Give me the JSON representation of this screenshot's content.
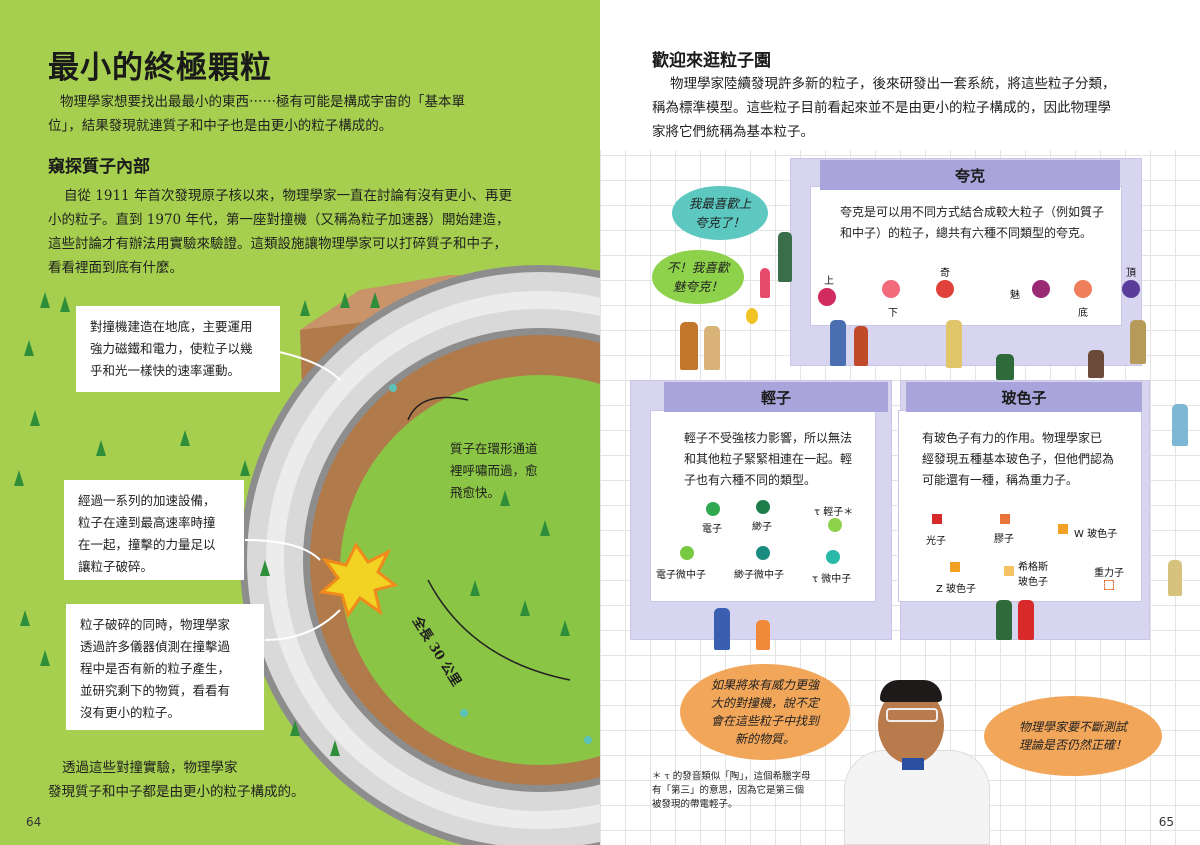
{
  "left": {
    "title": "最小的終極顆粒",
    "intro_1": "物理學家想要找出最最小的東西⋯⋯極有可能是構成宇宙的「基本單",
    "intro_2": "位」，結果發現就連質子和中子也是由更小的粒子構成的。",
    "section_title": "窺探質子內部",
    "body_1": "自從 1911 年首次發現原子核以來，物理學家一直在討論有沒有更小、再更",
    "body_2": "小的粒子。直到 1970 年代，第一座對撞機（又稱為粒子加速器）開始建造，",
    "body_3": "這些討論才有辦法用實驗來驗證。這類設施讓物理學家可以打碎質子和中子，",
    "body_4": "看看裡面到底有什麼。",
    "box1": [
      "對撞機建造在地底，主要運用",
      "強力磁鐵和電力，使粒子以幾",
      "乎和光一樣快的速率運動。"
    ],
    "box2": [
      "經過一系列的加速設備，",
      "粒子在達到最高速率時撞",
      "在一起，撞擊的力量足以",
      "讓粒子破碎。"
    ],
    "box3": [
      "粒子破碎的同時，物理學家",
      "透過許多儀器偵測在撞擊過",
      "程中是否有新的粒子產生，",
      "並研究剩下的物質，看看有",
      "沒有更小的粒子。"
    ],
    "inner_note": [
      "質子在環形通道",
      "裡呼嘯而過，愈",
      "飛愈快。"
    ],
    "ring_length": "全長 30 公里",
    "closing_1": "透過這些對撞實驗，物理學家",
    "closing_2": "發現質子和中子都是由更小的粒子構成的。",
    "page_number": "64"
  },
  "right": {
    "section_title": "歡迎來逛粒子園",
    "intro_1": "物理學家陸續發現許多新的粒子，後來研發出一套系統，將這些粒子分類，",
    "intro_2": "稱為標準模型。這些粒子目前看起來並不是由更小的粒子構成的，因此物理學",
    "intro_3": "家將它們統稱為基本粒子。",
    "bubble_left_1": "我最喜歡上\n夸克了！",
    "bubble_left_2": "不！我喜歡\n魅夸克！",
    "quark": {
      "title": "夸克",
      "text_1": "夸克是可以用不同方式結合成較大粒子（例如質子",
      "text_2": "和中子）的粒子，總共有六種不同類型的夸克。",
      "labels": [
        "上",
        "下",
        "奇",
        "魅",
        "底",
        "頂"
      ]
    },
    "lepton": {
      "title": "輕子",
      "text_1": "輕子不受強核力影響，所以無法",
      "text_2": "和其他粒子緊緊相連在一起。輕",
      "text_3": "子也有六種不同的類型。",
      "labels": [
        "電子",
        "緲子",
        "τ 輕子＊",
        "電子微中子",
        "緲子微中子",
        "τ 微中子"
      ]
    },
    "boson": {
      "title": "玻色子",
      "text_1": "有玻色子有力的作用。物理學家已",
      "text_2": "經發現五種基本玻色子，但他們認為",
      "text_3": "可能還有一種，稱為重力子。",
      "labels": [
        "光子",
        "膠子",
        "W 玻色子",
        "Z 玻色子",
        "希格斯\n玻色子",
        "重力子"
      ]
    },
    "bubble_bottom_left": "如果將來有威力更強\n大的對撞機，說不定\n會在這些粒子中找到\n新的物質。",
    "bubble_bottom_right": "物理學家要不斷測試\n理論是否仍然正確！",
    "footnote": [
      "＊ τ 的發音類似「陶」，這個希臘字母",
      "有「第三」的意思，因為它是第三個",
      "被發現的帶電輕子。"
    ],
    "page_number": "65"
  },
  "colors": {
    "green_bg": "#a6cf4f",
    "panel_purple": "#aaa4dc",
    "bubble_teal": "#5cc8c0",
    "bubble_green": "#8ed14a",
    "bubble_orange": "#f2a65a"
  }
}
